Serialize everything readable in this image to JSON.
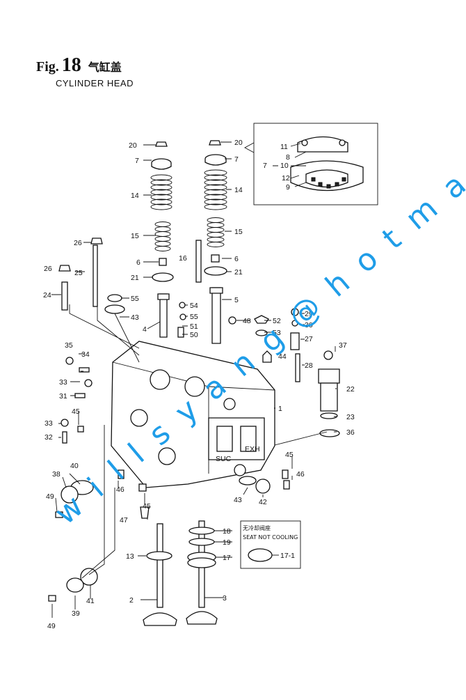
{
  "header": {
    "fig_prefix": "Fig.",
    "fig_number": "18",
    "title_cn": "气缸盖",
    "title_en": "CYLINDER HEAD"
  },
  "inset_top_right": {
    "labels": [
      "11",
      "8",
      "7",
      "10",
      "12",
      "9"
    ]
  },
  "inset_seat": {
    "title_cn": "无冷却阀座",
    "title_en": "SEAT NOT COOLING",
    "label": "17-1"
  },
  "ports": {
    "suc": "SUC",
    "exh": "EXH"
  },
  "callouts": [
    "20",
    "20",
    "7",
    "7",
    "14",
    "14",
    "15",
    "15",
    "26",
    "16",
    "6",
    "6",
    "26",
    "25",
    "21",
    "21",
    "5",
    "24",
    "55",
    "54",
    "55",
    "43",
    "4",
    "51",
    "50",
    "48",
    "52",
    "53",
    "29",
    "30",
    "27",
    "37",
    "35",
    "34",
    "44",
    "28",
    "33",
    "22",
    "31",
    "1",
    "45",
    "23",
    "33",
    "36",
    "32",
    "45",
    "40",
    "46",
    "38",
    "43",
    "42",
    "49",
    "46",
    "45",
    "47",
    "18",
    "19",
    "13",
    "17",
    "2",
    "3",
    "41",
    "39",
    "49"
  ],
  "watermark": "w i l l s y a n g @ h o t m a i l . c o m"
}
